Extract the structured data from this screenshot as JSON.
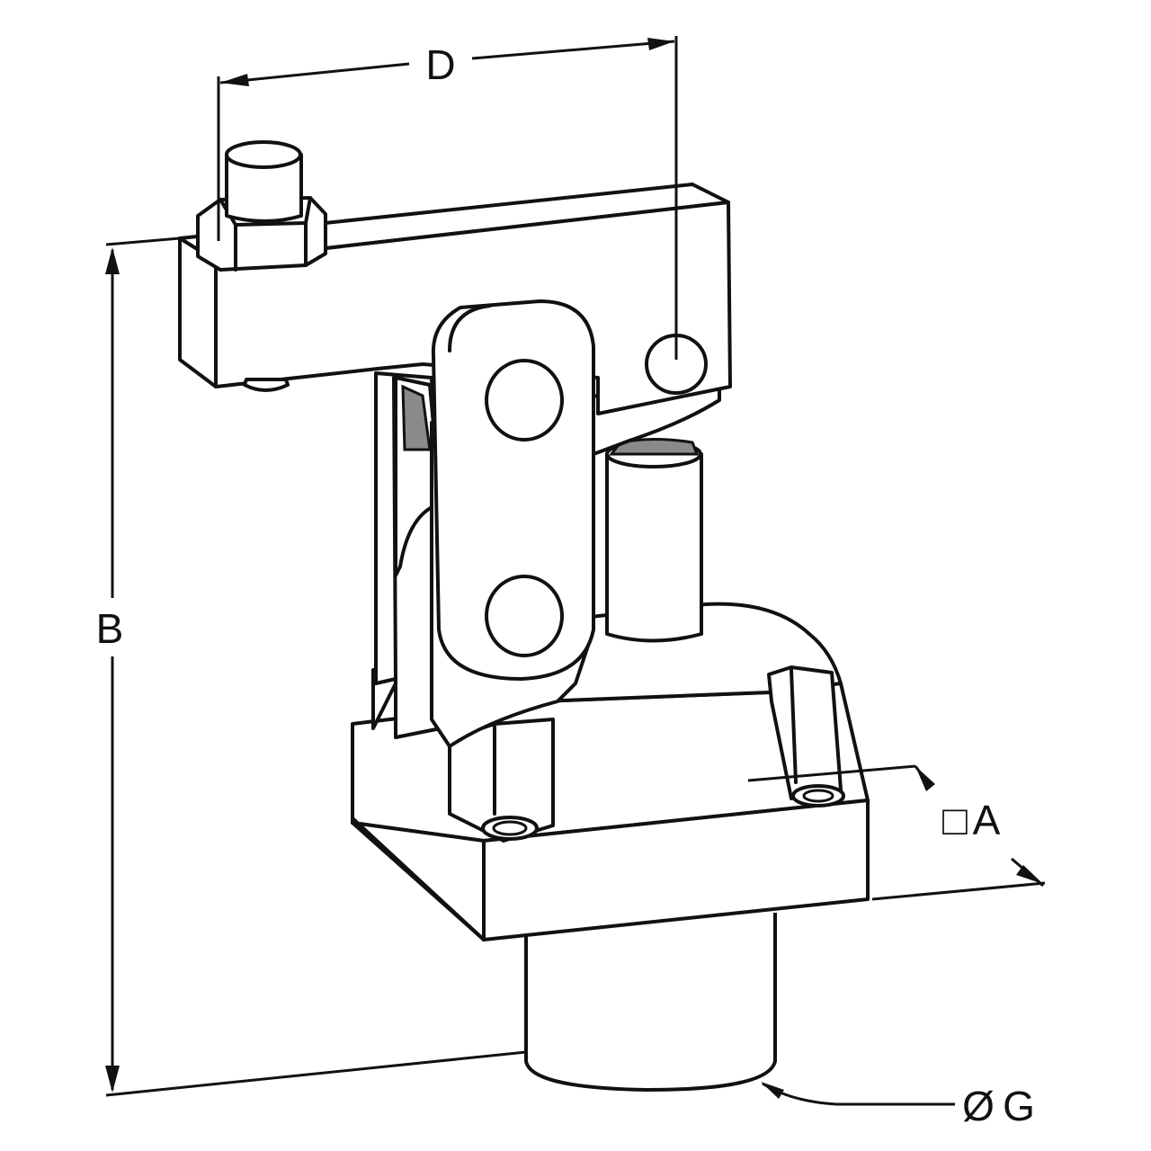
{
  "dimensions": {
    "d_label": "D",
    "b_label": "B",
    "a_label": "A",
    "g_label": "G",
    "diameter_symbol": "Ø",
    "square_symbol": "□"
  }
}
